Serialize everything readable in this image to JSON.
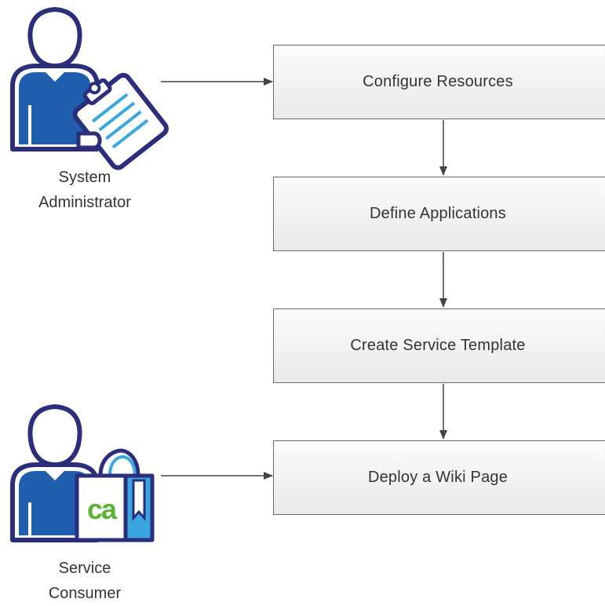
{
  "steps": [
    {
      "label": "Configure Resources"
    },
    {
      "label": "Define Applications"
    },
    {
      "label": "Create Service Template"
    },
    {
      "label": "Deploy a Wiki Page"
    }
  ],
  "actors": {
    "admin": {
      "line1": "System",
      "line2": "Administrator",
      "icon": "clipboard-icon"
    },
    "consumer": {
      "line1": "Service",
      "line2": "Consumer",
      "icon": "shopping-bag-icon",
      "badge_text": "ca"
    }
  },
  "colors": {
    "person_outline": "#2b2e7a",
    "person_fill": "#1f5fae",
    "accent": "#3aa6e0",
    "badge_green": "#5bb233",
    "arrow": "#444444"
  }
}
